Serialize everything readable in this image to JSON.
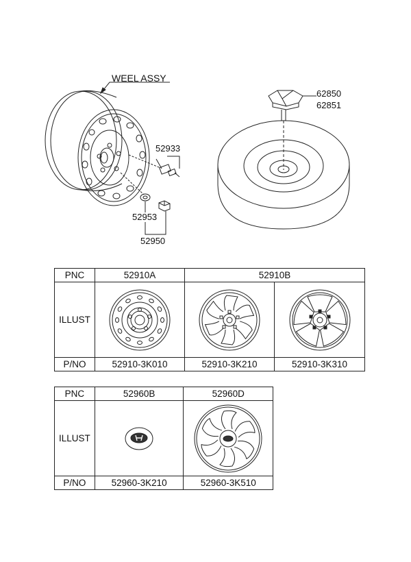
{
  "callouts": {
    "wheel_assy": "WEEL ASSY",
    "p52933": "52933",
    "p52953": "52953",
    "p52950": "52950",
    "p62850": "62850",
    "p62851": "62851"
  },
  "table1": {
    "row_labels": {
      "pnc": "PNC",
      "illust": "ILLUST",
      "pno": "P/NO"
    },
    "pnc": [
      "52910A",
      "52910B"
    ],
    "parts": [
      {
        "pno": "52910-3K010",
        "icon": "steel-wheel-icon"
      },
      {
        "pno": "52910-3K210",
        "icon": "alloy-wheel-6-spoke-icon"
      },
      {
        "pno": "52910-3K310",
        "icon": "alloy-wheel-5-spoke-icon"
      }
    ]
  },
  "table2": {
    "row_labels": {
      "pnc": "PNC",
      "illust": "ILLUST",
      "pno": "P/NO"
    },
    "pnc": [
      "52960B",
      "52960D"
    ],
    "parts": [
      {
        "pno": "52960-3K210",
        "icon": "hub-cap-emblem-icon"
      },
      {
        "pno": "52960-3K510",
        "icon": "wheel-cover-icon"
      }
    ]
  },
  "colors": {
    "line": "#222222",
    "background": "#ffffff"
  }
}
